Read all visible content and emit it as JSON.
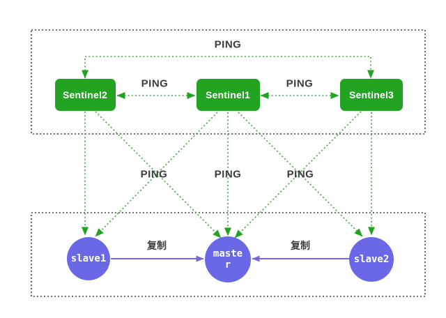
{
  "diagram": {
    "sentinels": [
      {
        "id": "sentinel2",
        "label": "Sentinel2"
      },
      {
        "id": "sentinel1",
        "label": "Sentinel1"
      },
      {
        "id": "sentinel3",
        "label": "Sentinel3"
      }
    ],
    "redis_nodes": [
      {
        "id": "slave1",
        "label": "slave1"
      },
      {
        "id": "master",
        "label": "master"
      },
      {
        "id": "slave2",
        "label": "slave2"
      }
    ],
    "edge_labels": {
      "ping_top": "PING",
      "ping_s2_s1": "PING",
      "ping_s1_s3": "PING",
      "ping_mid_left": "PING",
      "ping_mid_center": "PING",
      "ping_mid_right": "PING",
      "replicate_left": "复制",
      "replicate_right": "复制"
    },
    "connections": [
      {
        "from": "sentinel2",
        "to": "sentinel3",
        "type": "ping",
        "bidirectional": true
      },
      {
        "from": "sentinel2",
        "to": "sentinel1",
        "type": "ping",
        "bidirectional": true
      },
      {
        "from": "sentinel1",
        "to": "sentinel3",
        "type": "ping",
        "bidirectional": true
      },
      {
        "from": "sentinel2",
        "to": "slave1",
        "type": "ping"
      },
      {
        "from": "sentinel2",
        "to": "master",
        "type": "ping"
      },
      {
        "from": "sentinel1",
        "to": "slave1",
        "type": "ping"
      },
      {
        "from": "sentinel1",
        "to": "master",
        "type": "ping"
      },
      {
        "from": "sentinel1",
        "to": "slave2",
        "type": "ping"
      },
      {
        "from": "sentinel3",
        "to": "master",
        "type": "ping"
      },
      {
        "from": "sentinel3",
        "to": "slave2",
        "type": "ping"
      },
      {
        "from": "slave1",
        "to": "master",
        "type": "replicate",
        "label": "复制"
      },
      {
        "from": "slave2",
        "to": "master",
        "type": "replicate",
        "label": "复制"
      }
    ],
    "colors": {
      "sentinel_green": "#22a322",
      "arrow_green": "#3aa53a",
      "node_purple": "#6b68e8",
      "replicate_purple": "#7668d8",
      "label_dark": "#3c3c3c",
      "border_dark": "#404040",
      "background": "#ffffff"
    }
  }
}
